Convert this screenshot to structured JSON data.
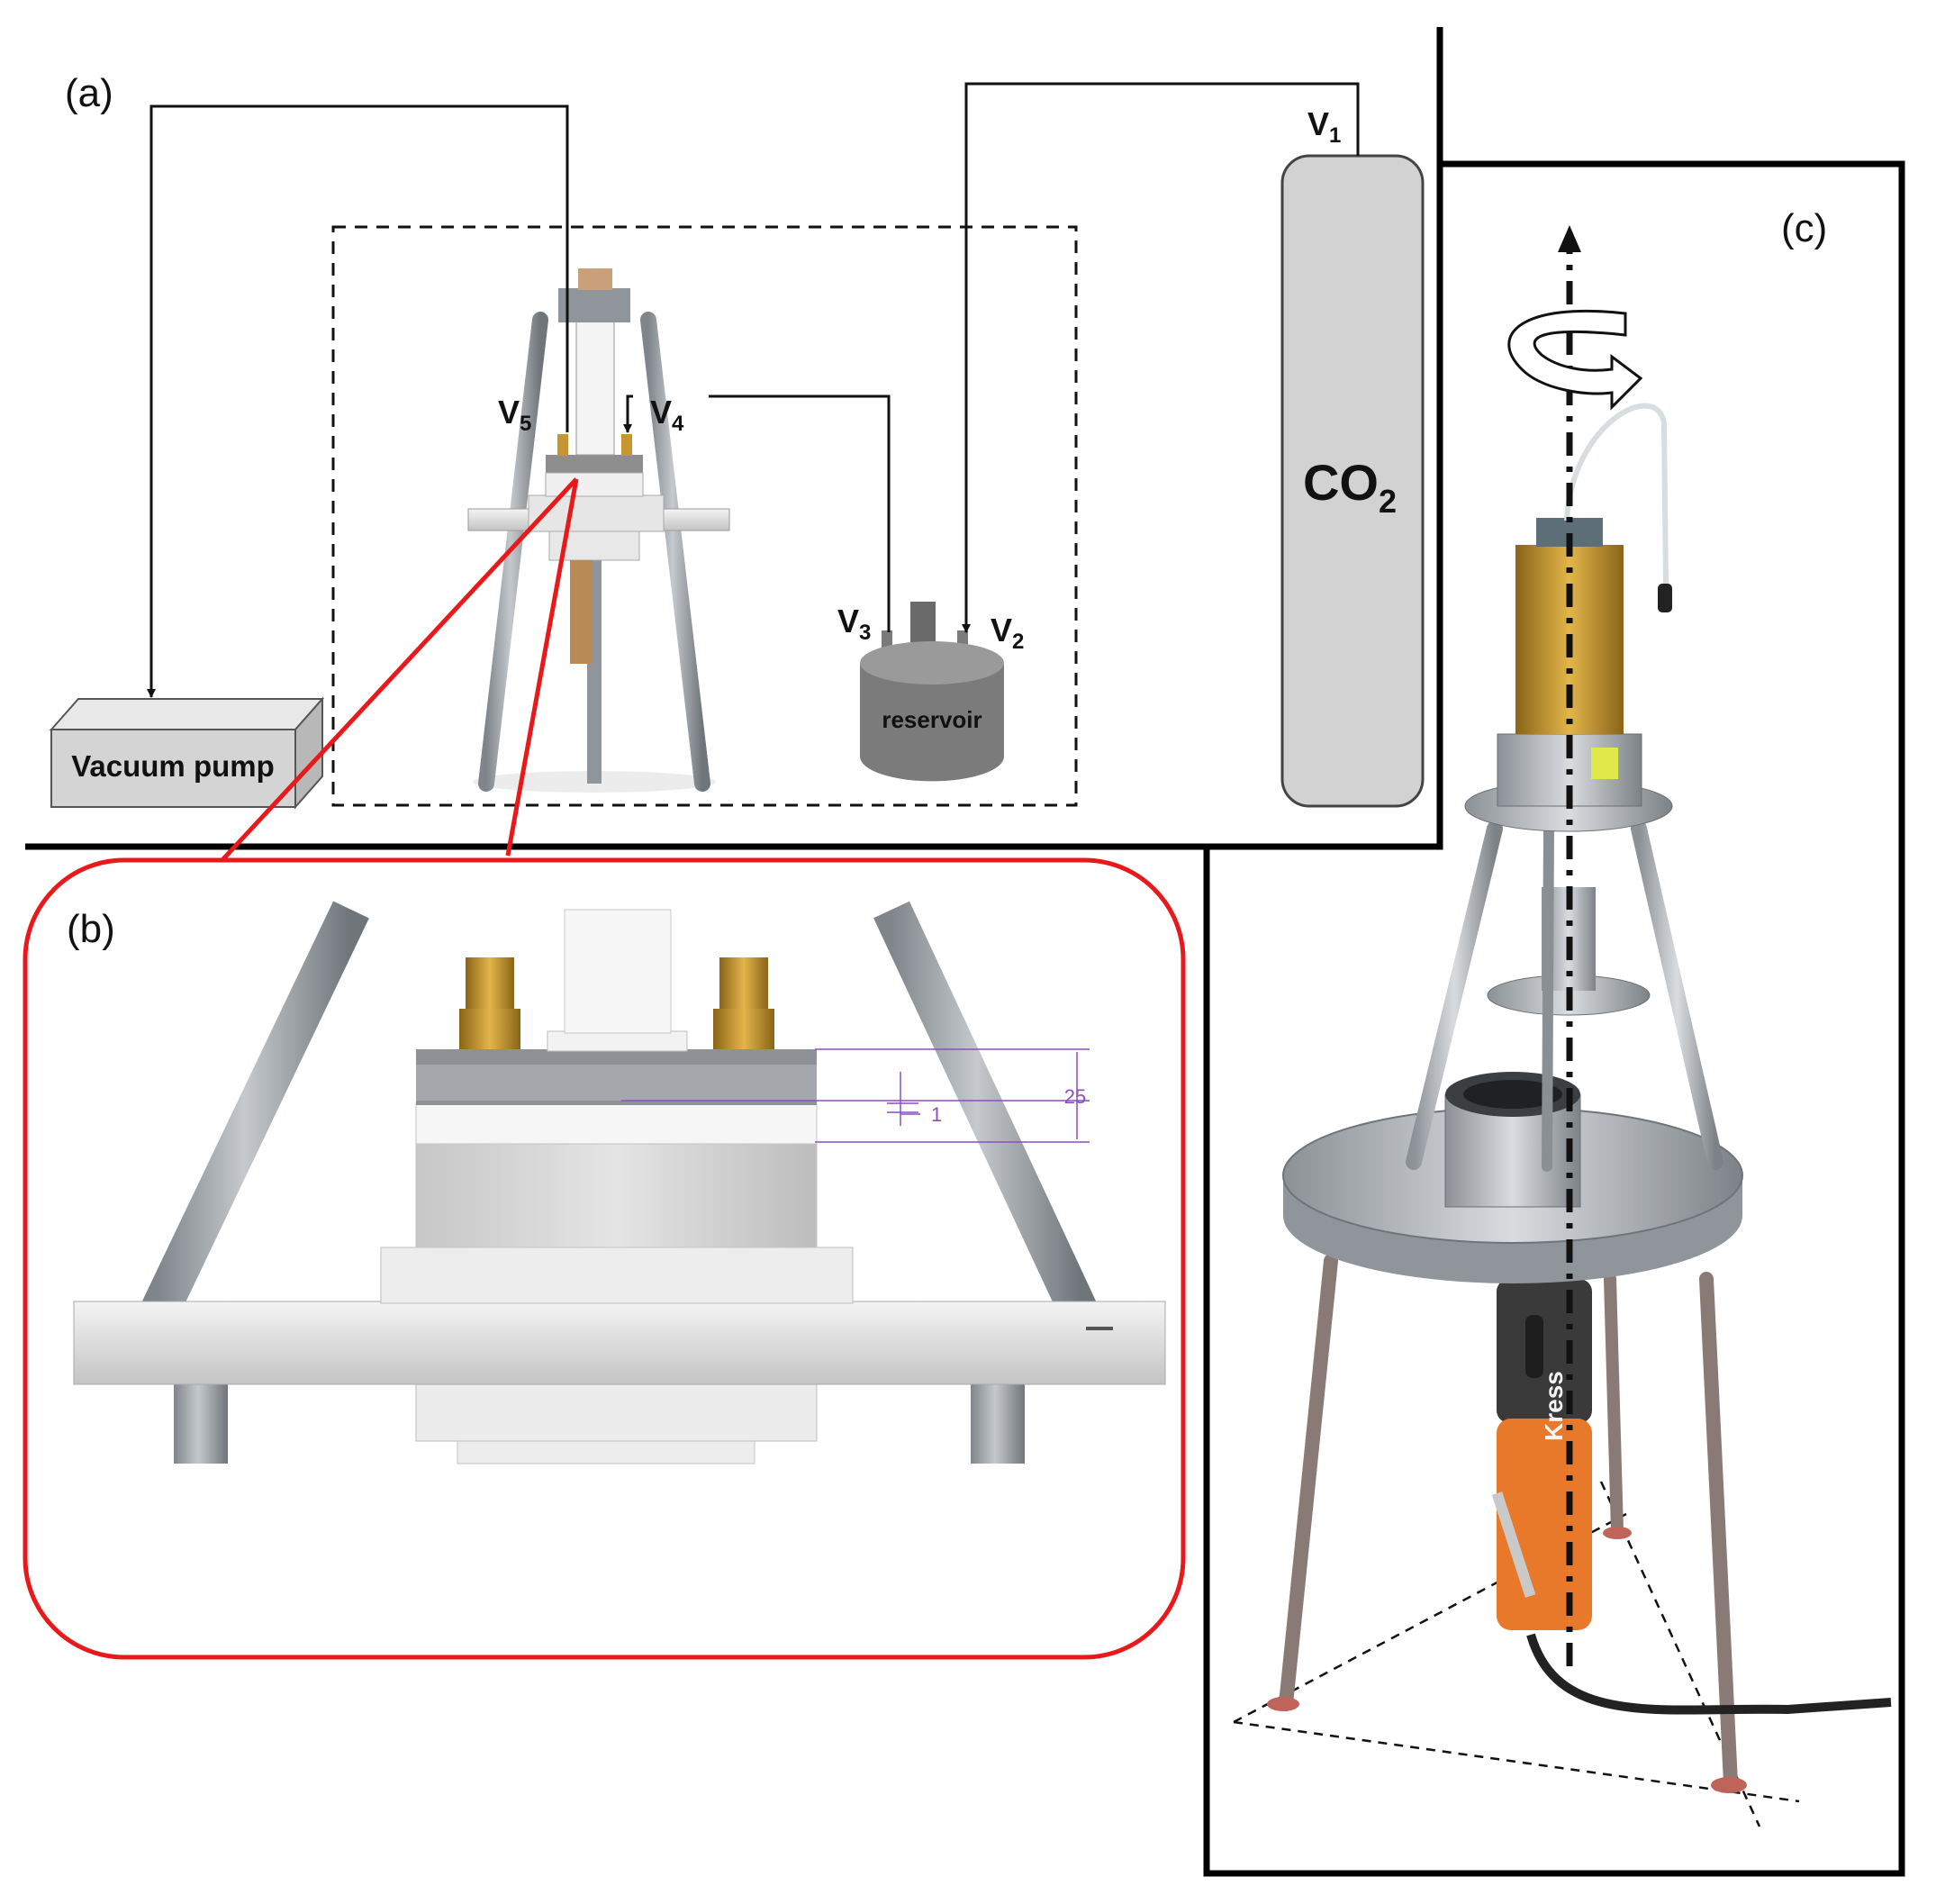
{
  "panels": {
    "a": {
      "label": "(a)"
    },
    "b": {
      "label": "(b)"
    },
    "c": {
      "label": "(c)"
    }
  },
  "components": {
    "vacuum_pump": "Vacuum pump",
    "reservoir": "reservoir",
    "co2_main": "CO",
    "co2_sub": "2"
  },
  "valves": [
    {
      "main": "V",
      "sub": "1"
    },
    {
      "main": "V",
      "sub": "2"
    },
    {
      "main": "V",
      "sub": "3"
    },
    {
      "main": "V",
      "sub": "4"
    },
    {
      "main": "V",
      "sub": "5"
    }
  ],
  "dimensions": {
    "height": "25",
    "gap": "1"
  },
  "motor_brand": "Kress",
  "colors": {
    "zoom_outline": "#e8191a",
    "frame": "#000000",
    "cylinder_fill": "#d2d2d2",
    "metal": "#9aa0a6",
    "brass": "#c69632",
    "motor": "#e8792a",
    "dimension": "#8a4fbf"
  }
}
